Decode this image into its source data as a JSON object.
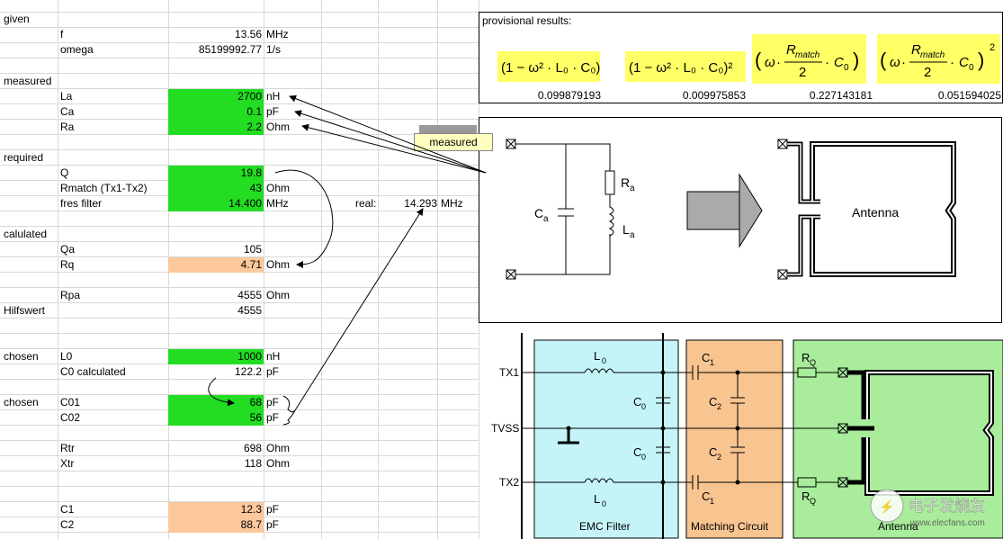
{
  "sections": {
    "given": "given",
    "measured": "measured",
    "required": "required",
    "calculated": "calulated",
    "hilfswert": "Hilfswert",
    "chosen1": "chosen",
    "chosen2": "chosen"
  },
  "rows": {
    "f": {
      "label": "f",
      "value": "13.56",
      "unit": "MHz"
    },
    "omega": {
      "label": "omega",
      "value": "85199992.77",
      "unit": "1/s"
    },
    "la": {
      "label": "La",
      "value": "2700",
      "unit": "nH"
    },
    "ca": {
      "label": "Ca",
      "value": "0.1",
      "unit": "pF"
    },
    "ra": {
      "label": "Ra",
      "value": "2.2",
      "unit": "Ohm"
    },
    "q": {
      "label": "Q",
      "value": "19.8",
      "unit": ""
    },
    "rmatch": {
      "label": "Rmatch (Tx1-Tx2)",
      "value": "43",
      "unit": "Ohm"
    },
    "fres": {
      "label": "fres filter",
      "value": "14.400",
      "unit": "MHz",
      "real_label": "real:",
      "real_value": "14.293",
      "real_unit": "MHz"
    },
    "qa": {
      "label": "Qa",
      "value": "105",
      "unit": ""
    },
    "rq": {
      "label": "Rq",
      "value": "4.71",
      "unit": "Ohm"
    },
    "rpa": {
      "label": "Rpa",
      "value": "4555",
      "unit": "Ohm"
    },
    "hilf": {
      "value": "4555"
    },
    "l0": {
      "label": "L0",
      "value": "1000",
      "unit": "nH"
    },
    "c0": {
      "label": "C0 calculated",
      "value": "122.2",
      "unit": "pF"
    },
    "c01": {
      "label": "C01",
      "value": "68",
      "unit": "pF"
    },
    "c02": {
      "label": "C02",
      "value": "56",
      "unit": "pF"
    },
    "rtr": {
      "label": "Rtr",
      "value": "698",
      "unit": "Ohm"
    },
    "xtr": {
      "label": "Xtr",
      "value": "118",
      "unit": "Ohm"
    },
    "c1": {
      "label": "C1",
      "value": "12.3",
      "unit": "pF"
    },
    "c2": {
      "label": "C2",
      "value": "88.7",
      "unit": "pF"
    }
  },
  "results": {
    "title": "provisional results:",
    "values": [
      "0.099879193",
      "0.009975853",
      "0.227143181",
      "0.051594025"
    ]
  },
  "note": "measured",
  "circuit1": {
    "ca": "C",
    "ca_sub": "a",
    "ra": "R",
    "ra_sub": "a",
    "la": "L",
    "la_sub": "a",
    "antenna": "Antenna"
  },
  "circuit2": {
    "tx1": "TX1",
    "tvss": "TVSS",
    "tx2": "TX2",
    "l0": "L",
    "l0_sub": "0",
    "c0": "C",
    "c0_sub": "0",
    "c1": "C",
    "c1_sub": "1",
    "c2": "C",
    "c2_sub": "2",
    "rq": "R",
    "rq_sub": "Q",
    "emc": "EMC Filter",
    "matching": "Matching Circuit",
    "antenna": "Antenna"
  },
  "watermark": "电子发烧友",
  "watermark_url": "www.elecfans.com",
  "colors": {
    "green": "#22dd22",
    "orange": "#fcc89c",
    "yellow": "#ffff66",
    "emc": "#c4f4f8",
    "match": "#f8c490",
    "ant": "#a8ec9c"
  }
}
